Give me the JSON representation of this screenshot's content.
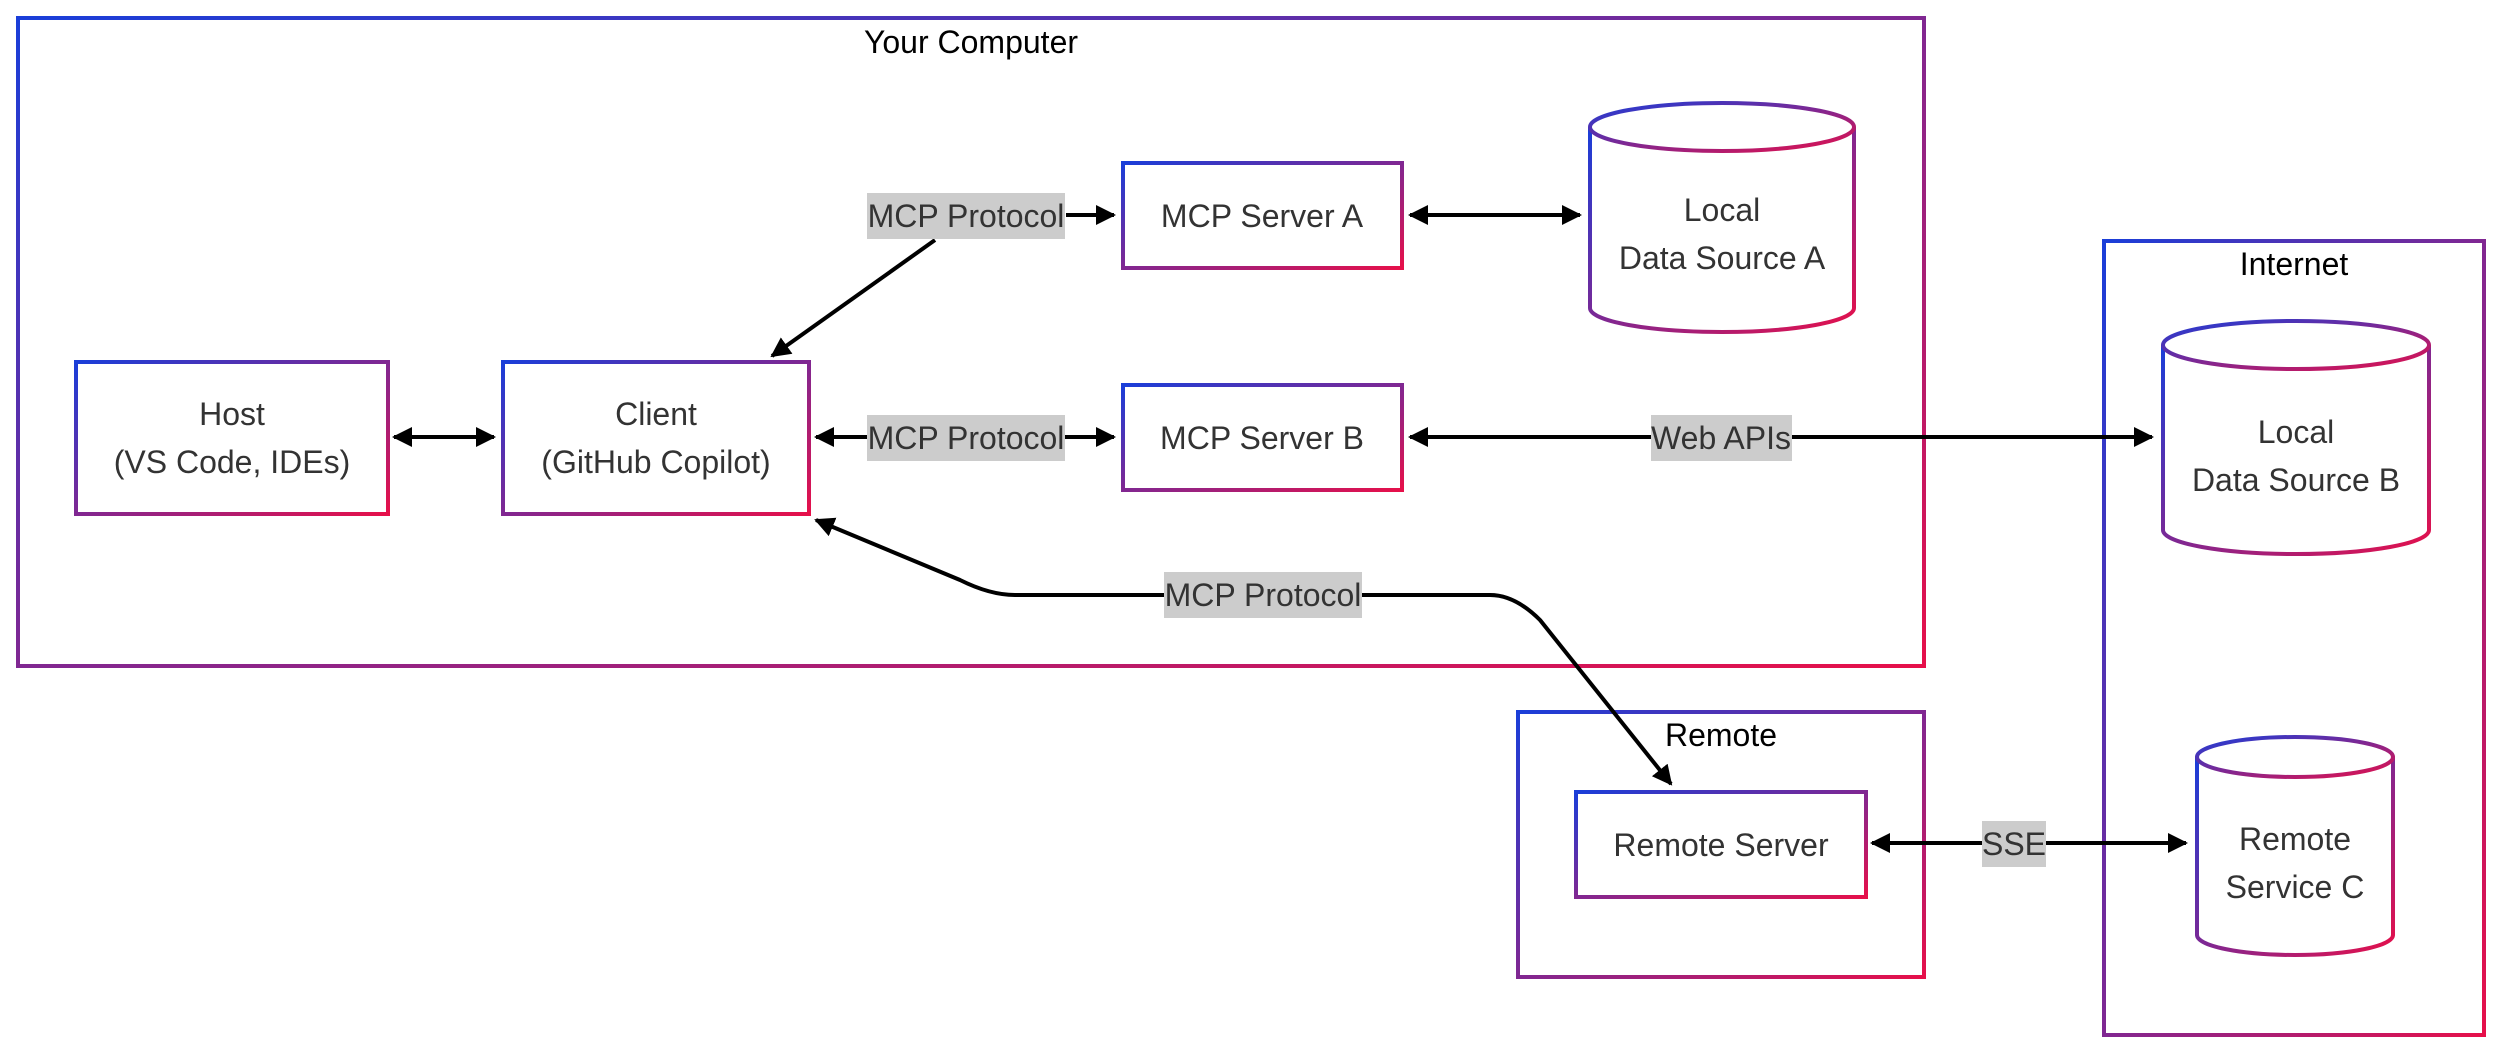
{
  "colors": {
    "gradient_start": "#1a3ed9",
    "gradient_end": "#e6104a",
    "edge_label_background": "#cccccc",
    "node_text": "#333333",
    "edge": "#000000"
  },
  "groups": {
    "your_computer": {
      "title": "Your Computer"
    },
    "internet": {
      "title": "Internet"
    },
    "remote": {
      "title": "Remote"
    }
  },
  "nodes": {
    "host": {
      "line1": "Host",
      "line2": "(VS Code, IDEs)"
    },
    "client": {
      "line1": "Client",
      "line2": "(GitHub Copilot)"
    },
    "mcp_server_a": {
      "label": "MCP Server A"
    },
    "mcp_server_b": {
      "label": "MCP Server B"
    },
    "local_data_source_a": {
      "line1": "Local",
      "line2": "Data Source A"
    },
    "local_data_source_b": {
      "line1": "Local",
      "line2": "Data Source B"
    },
    "remote_server": {
      "label": "Remote Server"
    },
    "remote_service_c": {
      "line1": "Remote",
      "line2": "Service C"
    }
  },
  "edges": {
    "client_to_server_a": {
      "label": "MCP Protocol"
    },
    "client_to_server_b": {
      "label": "MCP Protocol"
    },
    "client_to_remote": {
      "label": "MCP Protocol"
    },
    "server_b_to_data_b": {
      "label": "Web APIs"
    },
    "remote_to_service_c": {
      "label": "SSE"
    }
  }
}
